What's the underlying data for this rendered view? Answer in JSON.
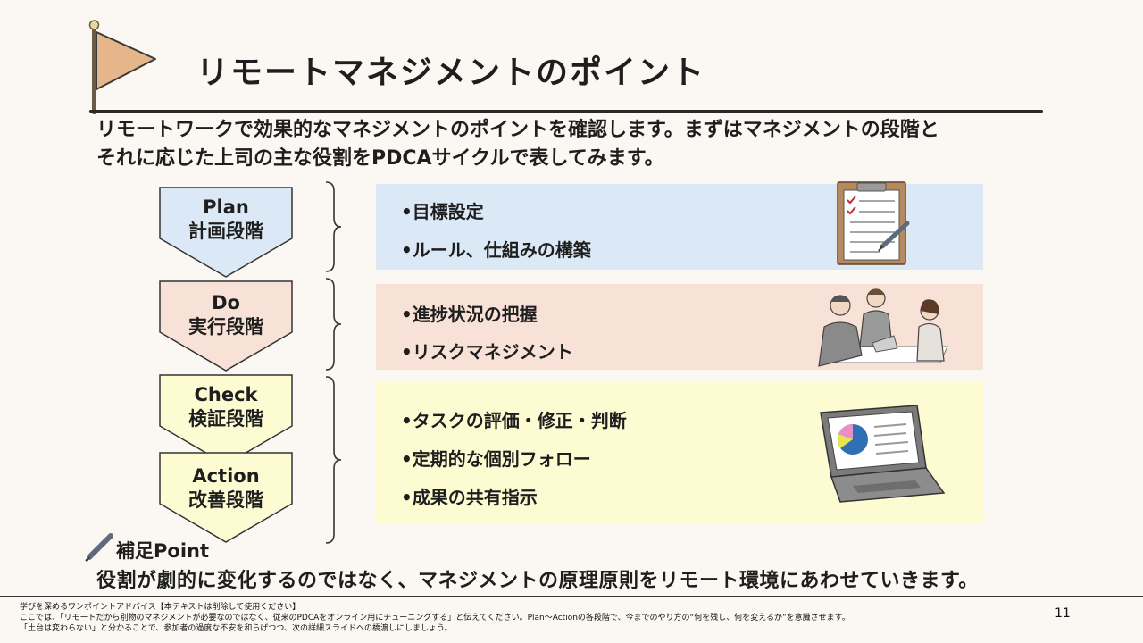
{
  "header": {
    "title": "リモートマネジメントのポイント",
    "flag_color": "#e6b68b"
  },
  "intro": {
    "line1": "リモートワークで効果的なマネジメントのポイントを確認します。まずはマネジメントの段階と",
    "line2": "それに応じた上司の主な役割をPDCAサイクルで表してみます。"
  },
  "stages": [
    {
      "name": "Plan",
      "label": "計画段階",
      "color": "#dbe8f5"
    },
    {
      "name": "Do",
      "label": "実行段階",
      "color": "#f8e1d6"
    },
    {
      "name": "Check",
      "label": "検証段階",
      "color": "#fdfbd2"
    },
    {
      "name": "Action",
      "label": "改善段階",
      "color": "#fdfbd2"
    }
  ],
  "panels": [
    {
      "color": "#dbe8f5",
      "items": [
        "•目標設定",
        "•ルール、仕組みの構築"
      ],
      "icon": "clipboard-icon"
    },
    {
      "color": "#f8e1d6",
      "items": [
        "•進捗状況の把握",
        "•リスクマネジメント"
      ],
      "icon": "meeting-people-icon"
    },
    {
      "color": "#fdfbd2",
      "items": [
        "•タスクの評価・修正・判断",
        "•定期的な個別フォロー",
        "•成果の共有指示"
      ],
      "icon": "laptop-chart-icon"
    }
  ],
  "hint": {
    "label": "補足Point",
    "text": "役割が劇的に変化するのではなく、マネジメントの原理原則をリモート環境にあわせていきます。"
  },
  "notes": {
    "line1": "学びを深めるワンポイントアドバイス【本テキストは削除して使用ください】",
    "line2": "ここでは、「リモートだから別物のマネジメントが必要なのではなく、従来のPDCAをオンライン用にチューニングする」と伝えてください。Plan～Actionの各段階で、今までのやり方の“何を残し、何を変えるか”を意識させます。",
    "line3": "「土台は変わらない」と分かることで、参加者の過度な不安を和らげつつ、次の詳細スライドへの橋渡しにしましょう。"
  },
  "page_number": "11"
}
